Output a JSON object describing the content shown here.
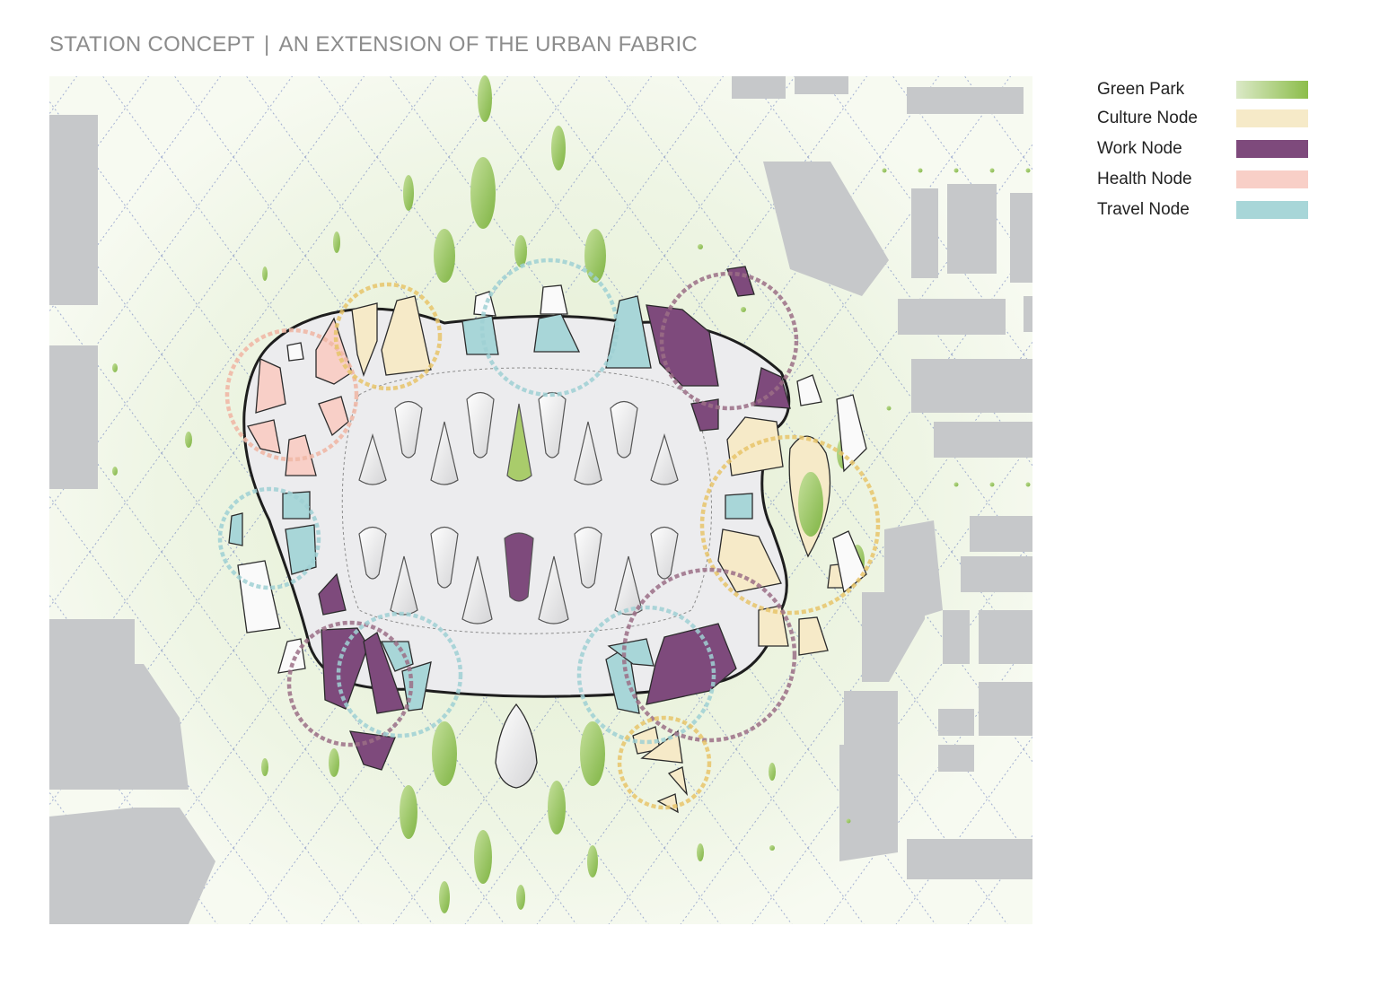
{
  "title": {
    "part1": "STATION CONCEPT",
    "separator": "|",
    "part2": "AN EXTENSION OF THE URBAN FABRIC"
  },
  "legend": [
    {
      "label": "Green Park",
      "color_start": "#dbe9c7",
      "color_end": "#8cbd4a"
    },
    {
      "label": "Culture Node",
      "color_start": "#f6eac8",
      "color_end": "#f6eac8"
    },
    {
      "label": "Work Node",
      "color_start": "#7e4a7c",
      "color_end": "#7e4a7c"
    },
    {
      "label": "Health Node",
      "color_start": "#f8cfc7",
      "color_end": "#f8cfc7"
    },
    {
      "label": "Travel Node",
      "color_start": "#a8d6d8",
      "color_end": "#a8d6d8"
    }
  ],
  "colors": {
    "building": "#c6c8ca",
    "park_base": "#eef5e2",
    "grid_line": "#5b6fb8",
    "station_outline": "#1e1e1e",
    "station_fill": "#ececee",
    "culture_ring": "#e8c46a",
    "travel_ring": "#9fd0d3",
    "work_ring": "#9b6f86",
    "health_ring": "#f0b8a6"
  }
}
